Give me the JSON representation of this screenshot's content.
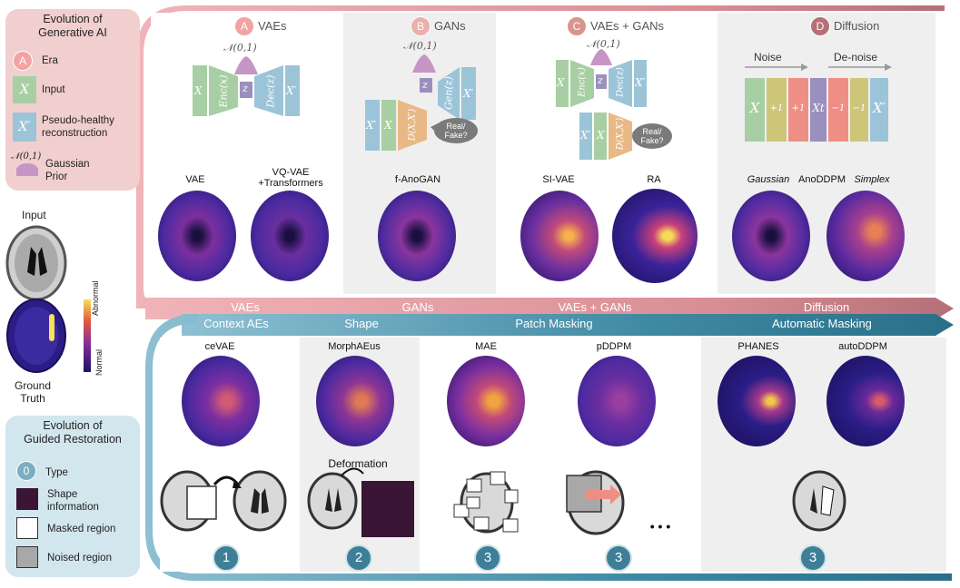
{
  "legend_top": {
    "title": "Evolution of\nGenerative AI",
    "era_symbol": "A",
    "era_label": "Era",
    "input_symbol": "X",
    "input_label": "Input",
    "recon_symbol": "X′",
    "recon_label": "Pseudo-healthy\nreconstruction",
    "gauss_symbol": "𝒩(0,1)",
    "gauss_label": "Gaussian\nPrior"
  },
  "reference": {
    "input_label": "Input",
    "gt_label": "Ground\nTruth",
    "scale_high": "Abnormal",
    "scale_low": "Normal"
  },
  "legend_bottom": {
    "title": "Evolution of\nGuided Restoration",
    "type_symbol": "0",
    "type_label": "Type",
    "shape_label": "Shape\ninformation",
    "masked_label": "Masked region",
    "noised_label": "Noised region"
  },
  "eras": [
    {
      "letter": "A",
      "name": "VAEs"
    },
    {
      "letter": "B",
      "name": "GANs"
    },
    {
      "letter": "C",
      "name": "VAEs + GANs"
    },
    {
      "letter": "D",
      "name": "Diffusion"
    }
  ],
  "diagram_text": {
    "gauss": "𝒩(0,1)",
    "x": "X",
    "xp": "X′",
    "z": "z",
    "enc": "Enc(x)",
    "dec": "Dec(z)",
    "gen": "Gen(z)",
    "disc": "D(X,X′)",
    "real_fake": "Real/\nFake?",
    "noise": "Noise",
    "denoise": "De-noise",
    "plus1": "+1",
    "minus1": "−1",
    "xt": "Xt"
  },
  "top_methods": [
    "VAE",
    "VQ-VAE\n+Transformers",
    "f-AnoGAN",
    "SI-VAE",
    "RA",
    "Gaussian",
    "AnoDDPM",
    "Simplex"
  ],
  "top_band": [
    "VAEs",
    "GANs",
    "VAEs + GANs",
    "Diffusion"
  ],
  "bottom_band": [
    "Context AEs",
    "Shape",
    "Patch Masking",
    "Automatic Masking"
  ],
  "bottom_methods": [
    "ceVAE",
    "MorphAEus",
    "MAE",
    "pDDPM",
    "PHANES",
    "autoDDPM"
  ],
  "deformation_label": "Deformation",
  "ellipsis": "• • •",
  "types": [
    "1",
    "2",
    "3",
    "3",
    "3"
  ],
  "colors": {
    "legend_pink": "#f1cfcf",
    "legend_blue": "#d2e6ee",
    "top_arc": "#e7a9ad",
    "bottom_arc": "#7fb1c4",
    "green_block": "#a8cfa3",
    "blue_block": "#9cc4d8",
    "red_block": "#ef8e85",
    "yellow_block": "#cdc679",
    "purple_block": "#9a8fbd",
    "type_circle": "#3e7f97"
  }
}
